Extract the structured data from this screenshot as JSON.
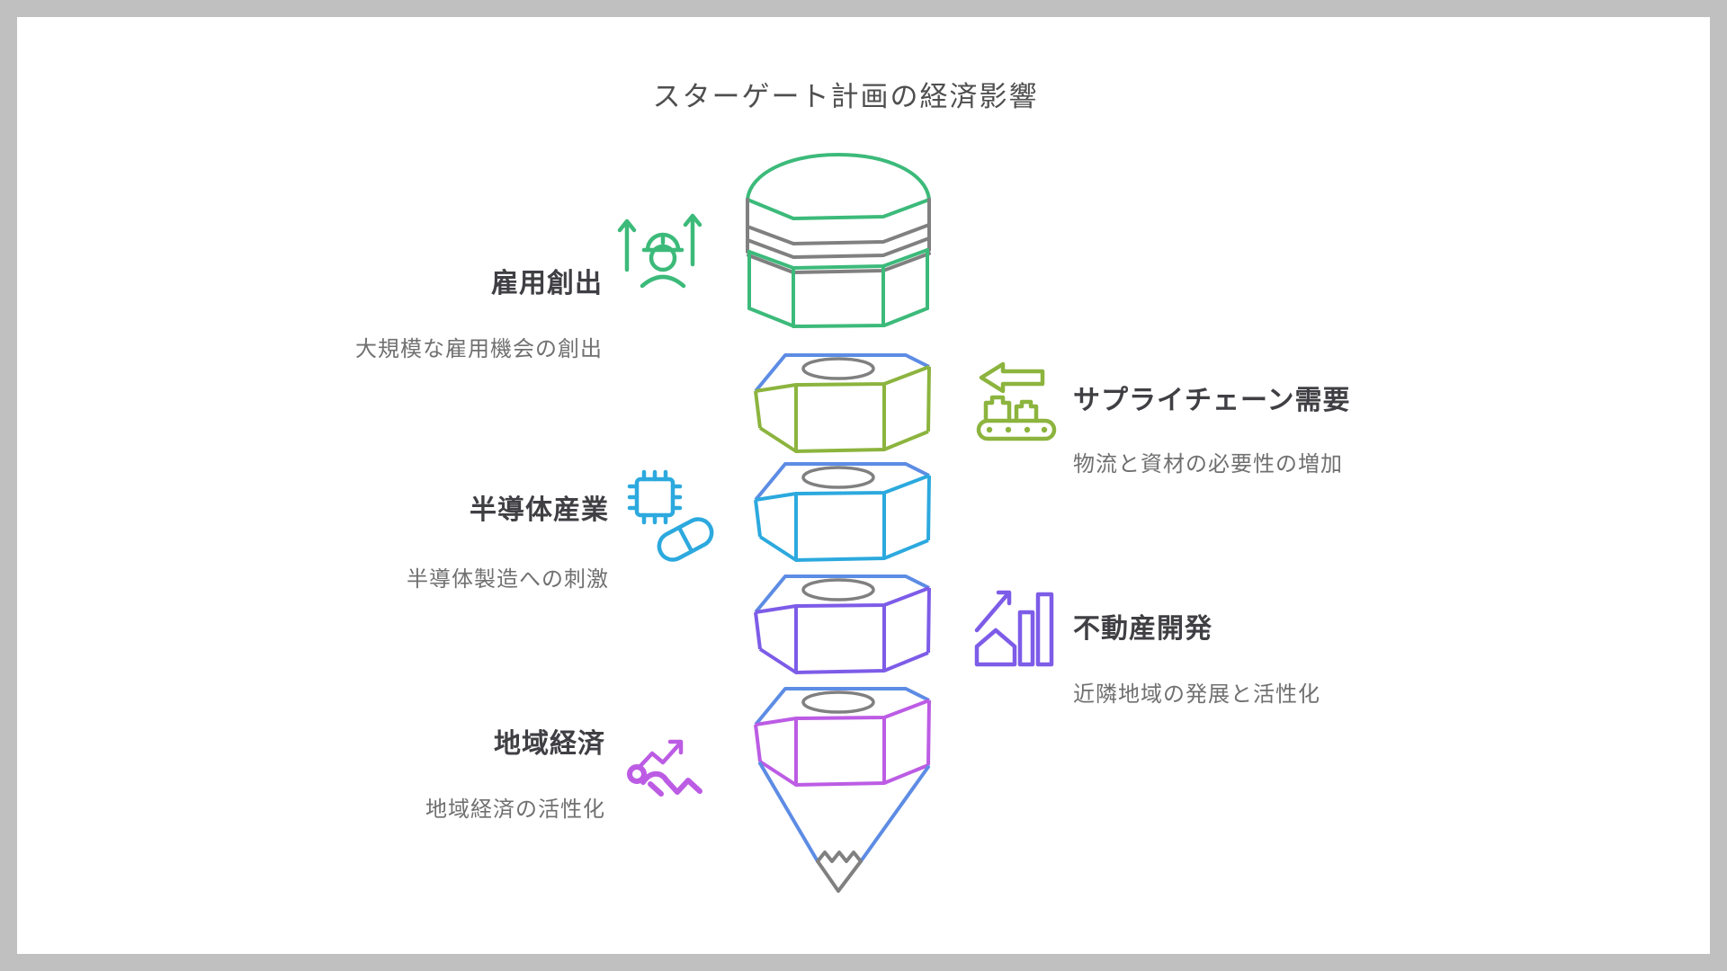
{
  "title": "スターゲート計画の経済影響",
  "items": [
    {
      "side": "left",
      "icon": "worker-up-arrows-icon",
      "label": "雇用創出",
      "description": "大規模な雇用機会の創出",
      "color": "#3cba7a"
    },
    {
      "side": "right",
      "icon": "conveyor-left-arrow-icon",
      "label": "サプライチェーン需要",
      "description": "物流と資材の必要性の増加",
      "color": "#8cb43e"
    },
    {
      "side": "left",
      "icon": "chip-pill-icon",
      "label": "半導体産業",
      "description": "半導体製造への刺激",
      "color": "#2ca9de"
    },
    {
      "side": "right",
      "icon": "building-bar-chart-icon",
      "label": "不動産開発",
      "description": "近隣地域の発展と活性化",
      "color": "#7d5ce8"
    },
    {
      "side": "left",
      "icon": "runner-growth-arrow-icon",
      "label": "地域経済",
      "description": "地域経済の活性化",
      "color": "#bc5ce4"
    }
  ],
  "funnel": {
    "segments_top_to_bottom": [
      {
        "name": "pencil-cap",
        "color": "#3cba7a",
        "ferrule_stripes_color": "#808080"
      },
      {
        "name": "segment-supply-chain",
        "color": "#8cb43e"
      },
      {
        "name": "segment-semiconductor",
        "color": "#2ca9de"
      },
      {
        "name": "segment-real-estate",
        "color": "#7d5ce8"
      },
      {
        "name": "segment-regional-economy",
        "color": "#bc5ce4"
      },
      {
        "name": "pencil-tip-cone",
        "color": "#5d8ce4",
        "lead_color": "#808080"
      }
    ],
    "top_edge_color": "#5d8ce4",
    "hole_color": "#808080"
  },
  "colors": {
    "background_frame": "#c0c0c0",
    "card": "#ffffff",
    "title_text": "#4f4f4f",
    "label_text": "#3f3f44",
    "description_text": "#707070"
  }
}
